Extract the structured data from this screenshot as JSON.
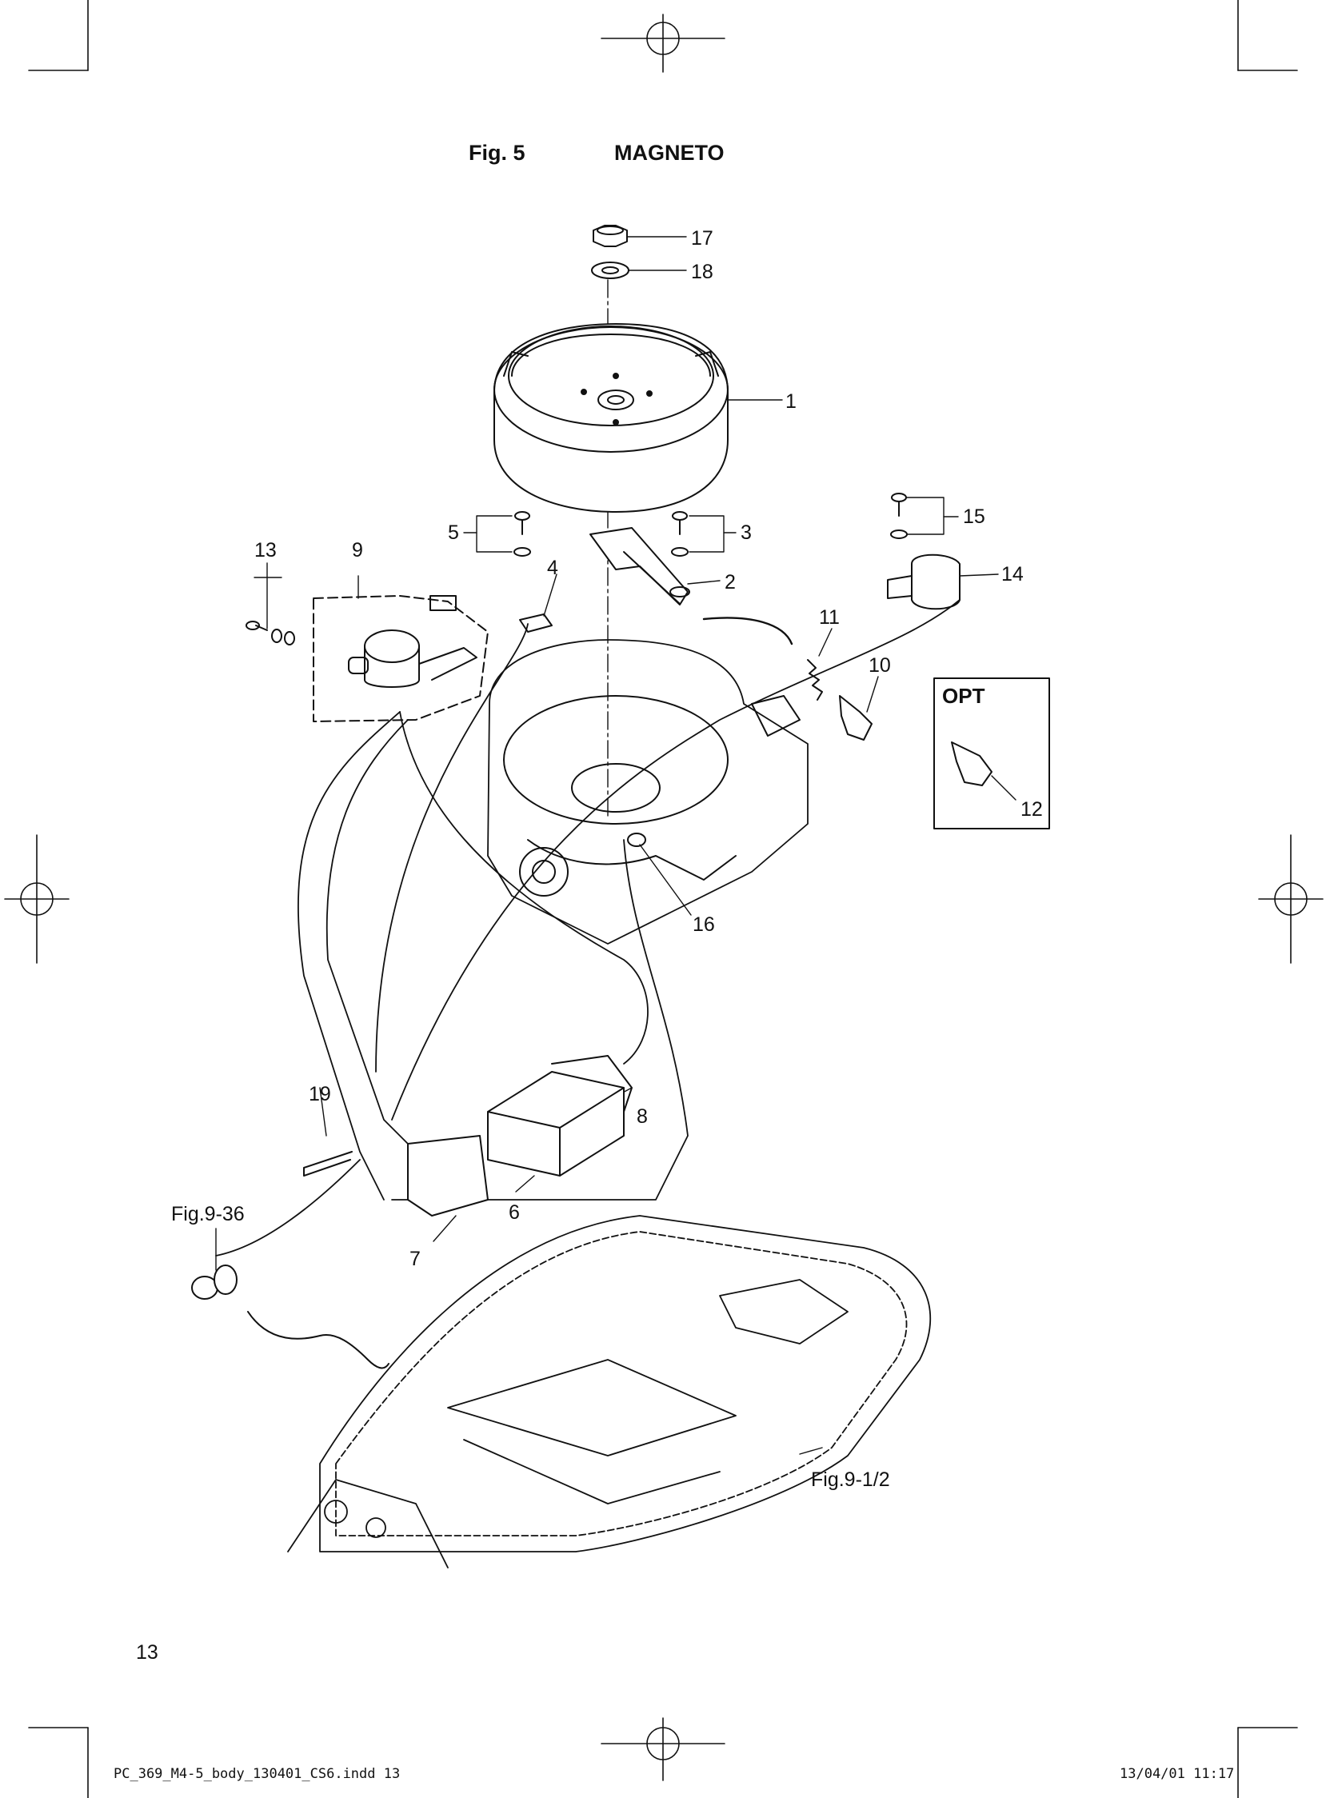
{
  "figure": {
    "number": "Fig. 5",
    "title": "MAGNETO"
  },
  "callouts": [
    {
      "id": "c1",
      "text": "1"
    },
    {
      "id": "c2",
      "text": "2"
    },
    {
      "id": "c3",
      "text": "3"
    },
    {
      "id": "c4",
      "text": "4"
    },
    {
      "id": "c5",
      "text": "5"
    },
    {
      "id": "c6",
      "text": "6"
    },
    {
      "id": "c7",
      "text": "7"
    },
    {
      "id": "c8",
      "text": "8"
    },
    {
      "id": "c9",
      "text": "9"
    },
    {
      "id": "c10",
      "text": "10"
    },
    {
      "id": "c11",
      "text": "11"
    },
    {
      "id": "c12",
      "text": "12"
    },
    {
      "id": "c13",
      "text": "13"
    },
    {
      "id": "c14",
      "text": "14"
    },
    {
      "id": "c15",
      "text": "15"
    },
    {
      "id": "c16",
      "text": "16"
    },
    {
      "id": "c17",
      "text": "17"
    },
    {
      "id": "c18",
      "text": "18"
    },
    {
      "id": "c19",
      "text": "19"
    }
  ],
  "references": {
    "lanyard_ref": "Fig.9-36",
    "cowling_ref": "Fig.9-1/2"
  },
  "opt_box_label": "OPT",
  "page_number": "13",
  "footer": {
    "file": "PC_369_M4-5_body_130401_CS6.indd   13",
    "date": "13/04/01   11:17"
  }
}
